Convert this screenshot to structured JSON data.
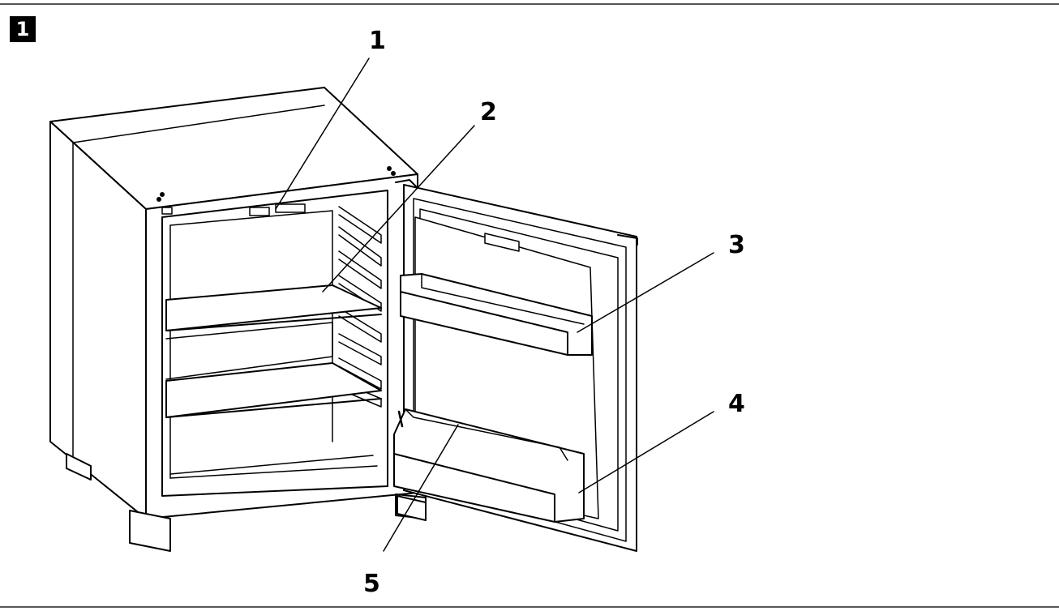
{
  "figure": {
    "badge": "1"
  },
  "callouts": [
    {
      "id": "1",
      "label": "1"
    },
    {
      "id": "2",
      "label": "2"
    },
    {
      "id": "3",
      "label": "3"
    },
    {
      "id": "4",
      "label": "4"
    },
    {
      "id": "5",
      "label": "5"
    }
  ],
  "colors": {
    "line": "#000000",
    "fill": "#ffffff",
    "shade": "#f2f2f2",
    "rule": "#555555"
  }
}
